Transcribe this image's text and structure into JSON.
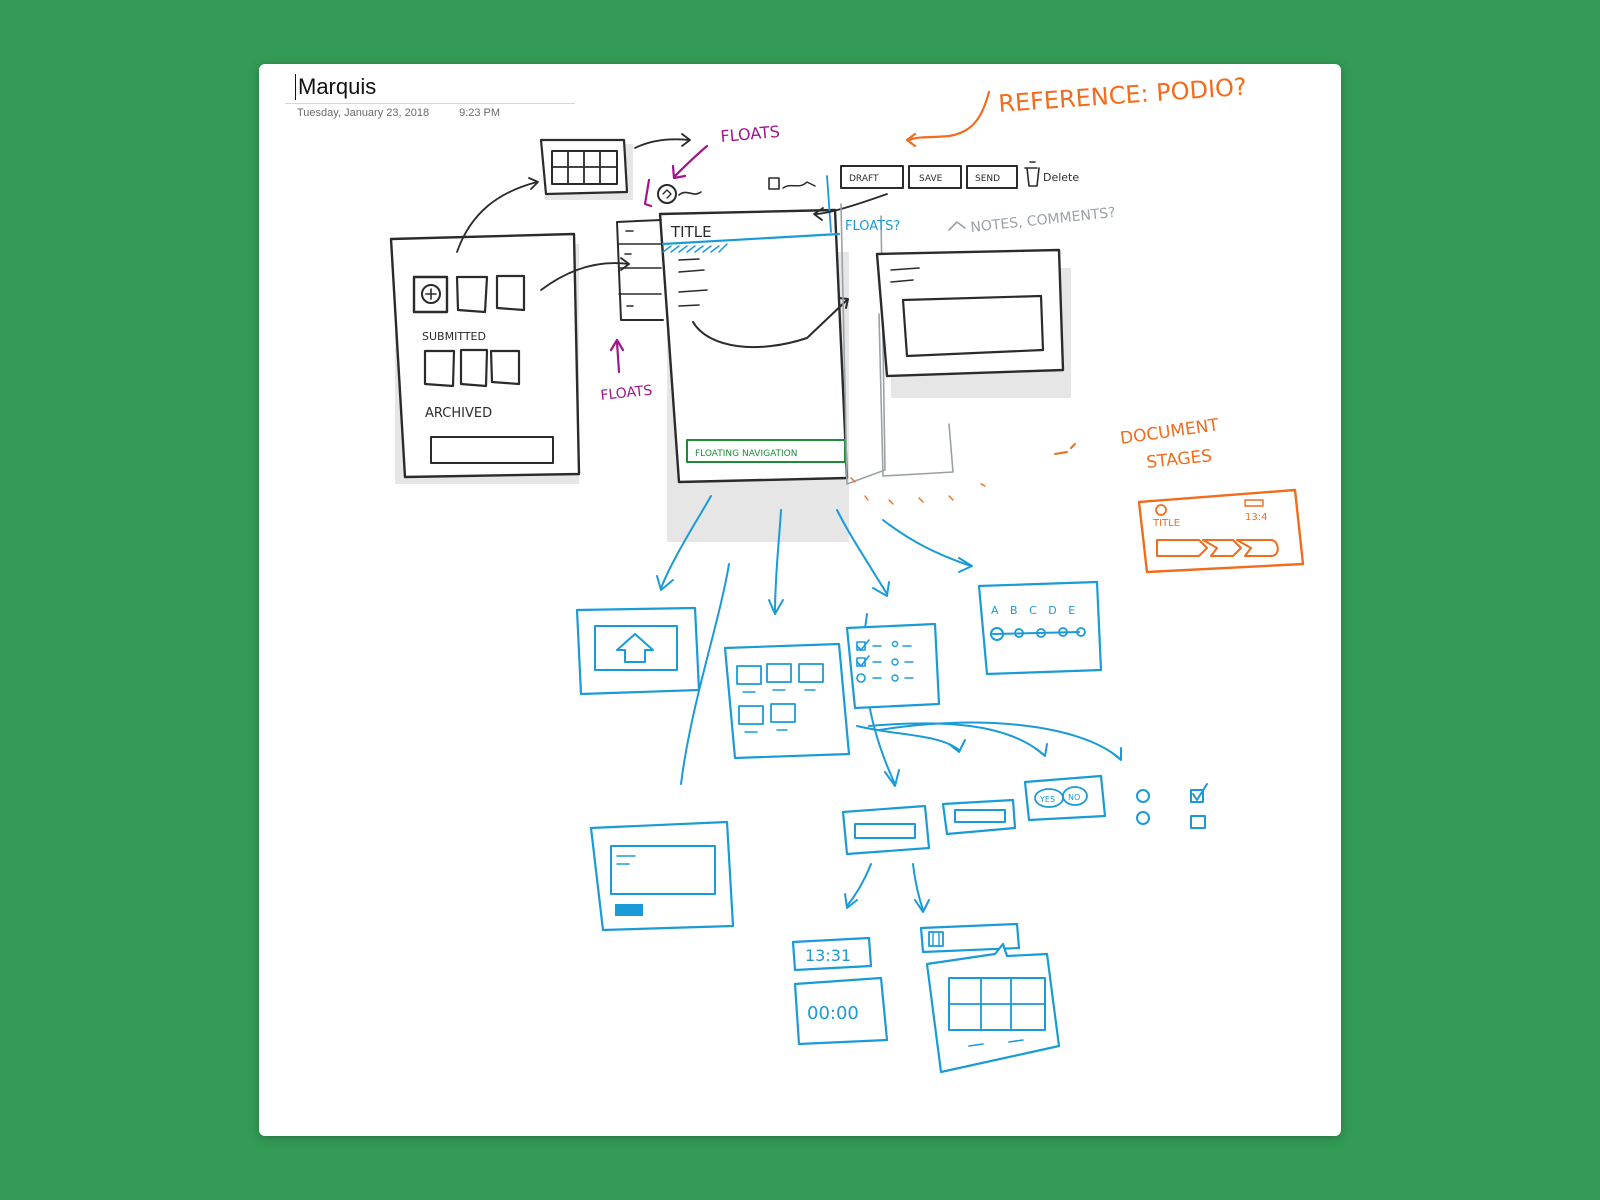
{
  "note": {
    "title": "Marquis",
    "date": "Tuesday, January 23, 2018",
    "time": "9:23 PM"
  },
  "colors": {
    "background": "#339b56",
    "ink": "#2b2b2b",
    "blue": "#1a9bd7",
    "purple": "#a0168c",
    "orange": "#f26c1d",
    "green": "#1e8a3a",
    "gray": "#9aa2a8"
  },
  "sketch": {
    "reference_note": "REFERENCE: PODIO?",
    "floats_top": "FLOATS",
    "floats_left": "FLOATS",
    "floats_right": "FLOATS?",
    "notes_comments": "NOTES, COMMENTS?",
    "document_stages_1": "DOCUMENT",
    "document_stages_2": "STAGES",
    "btn_draft": "DRAFT",
    "btn_save": "SAVE",
    "btn_send": "SEND",
    "btn_delete": "Delete",
    "title_field": "TITLE",
    "floating_nav": "FLOATING NAVIGATION",
    "submitted": "SUBMITTED",
    "archived": "ARCHIVED",
    "time_1": "13:31",
    "time_2": "00:00",
    "yes": "YES",
    "no": "NO",
    "stage_letters": "A B C D E",
    "orange_title": "TITLE",
    "orange_time": "13:4"
  }
}
